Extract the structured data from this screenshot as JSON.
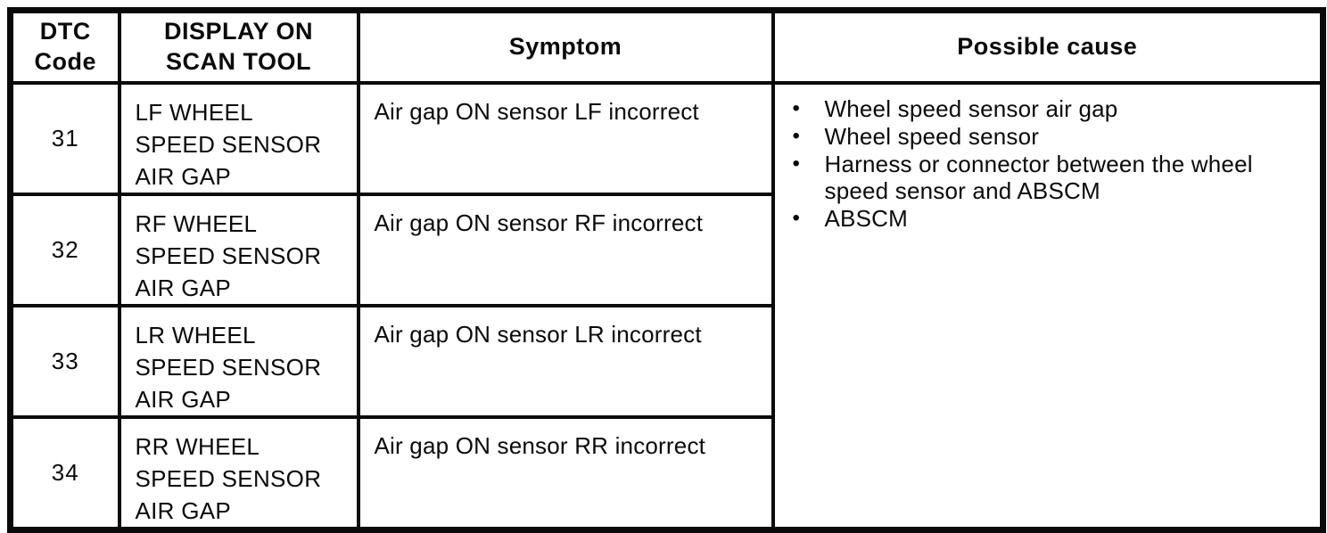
{
  "table": {
    "paper_color": "#ffffff",
    "ink_color": "#0a0a0a",
    "bullet_glyph": "•",
    "headers": [
      "DTC Code",
      "DISPLAY ON SCAN TOOL",
      "Symptom",
      "Possible cause"
    ],
    "rows": [
      {
        "code": "31",
        "display": "LF WHEEL\nSPEED SENSOR\nAIR GAP",
        "symptom": "Air gap ON sensor LF incorrect"
      },
      {
        "code": "32",
        "display": "RF WHEEL\nSPEED SENSOR\nAIR GAP",
        "symptom": "Air gap ON sensor RF incorrect"
      },
      {
        "code": "33",
        "display": "LR WHEEL\nSPEED SENSOR\nAIR GAP",
        "symptom": "Air gap ON sensor LR incorrect"
      },
      {
        "code": "34",
        "display": "RR WHEEL\nSPEED SENSOR\nAIR GAP",
        "symptom": "Air gap ON sensor RR incorrect"
      }
    ],
    "possible_causes": [
      "Wheel speed sensor air gap",
      "Wheel speed sensor",
      "Harness or connector between the wheel\nspeed sensor and ABSCM",
      "ABSCM"
    ]
  }
}
